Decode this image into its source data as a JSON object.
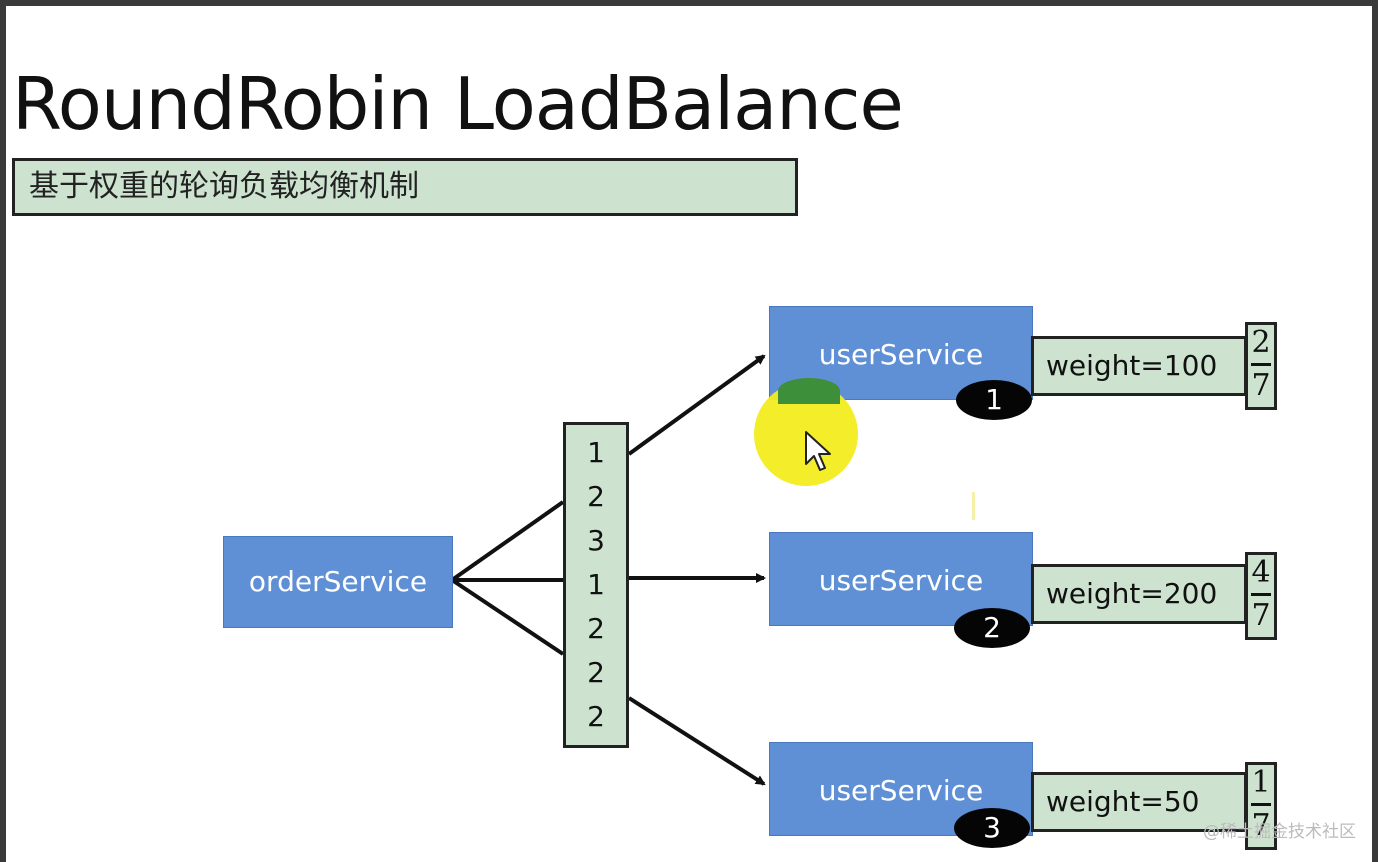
{
  "title": "RoundRobin LoadBalance",
  "subtitle": "基于权重的轮询负载均衡机制",
  "source_node": {
    "label": "orderService"
  },
  "sequence": [
    "1",
    "2",
    "3",
    "1",
    "2",
    "2",
    "2"
  ],
  "targets": [
    {
      "label": "userService",
      "badge": "1",
      "weight": "weight=100",
      "frac_num": "2",
      "frac_den": "7"
    },
    {
      "label": "userService",
      "badge": "2",
      "weight": "weight=200",
      "frac_num": "4",
      "frac_den": "7"
    },
    {
      "label": "userService",
      "badge": "3",
      "weight": "weight=50",
      "frac_num": "1",
      "frac_den": "7"
    }
  ],
  "colors": {
    "node": "#5f8fd4",
    "box": "#cde3d0",
    "badge": "#050505",
    "highlight": "#f2ec1f"
  },
  "watermark": "@稀土掘金技术社区"
}
